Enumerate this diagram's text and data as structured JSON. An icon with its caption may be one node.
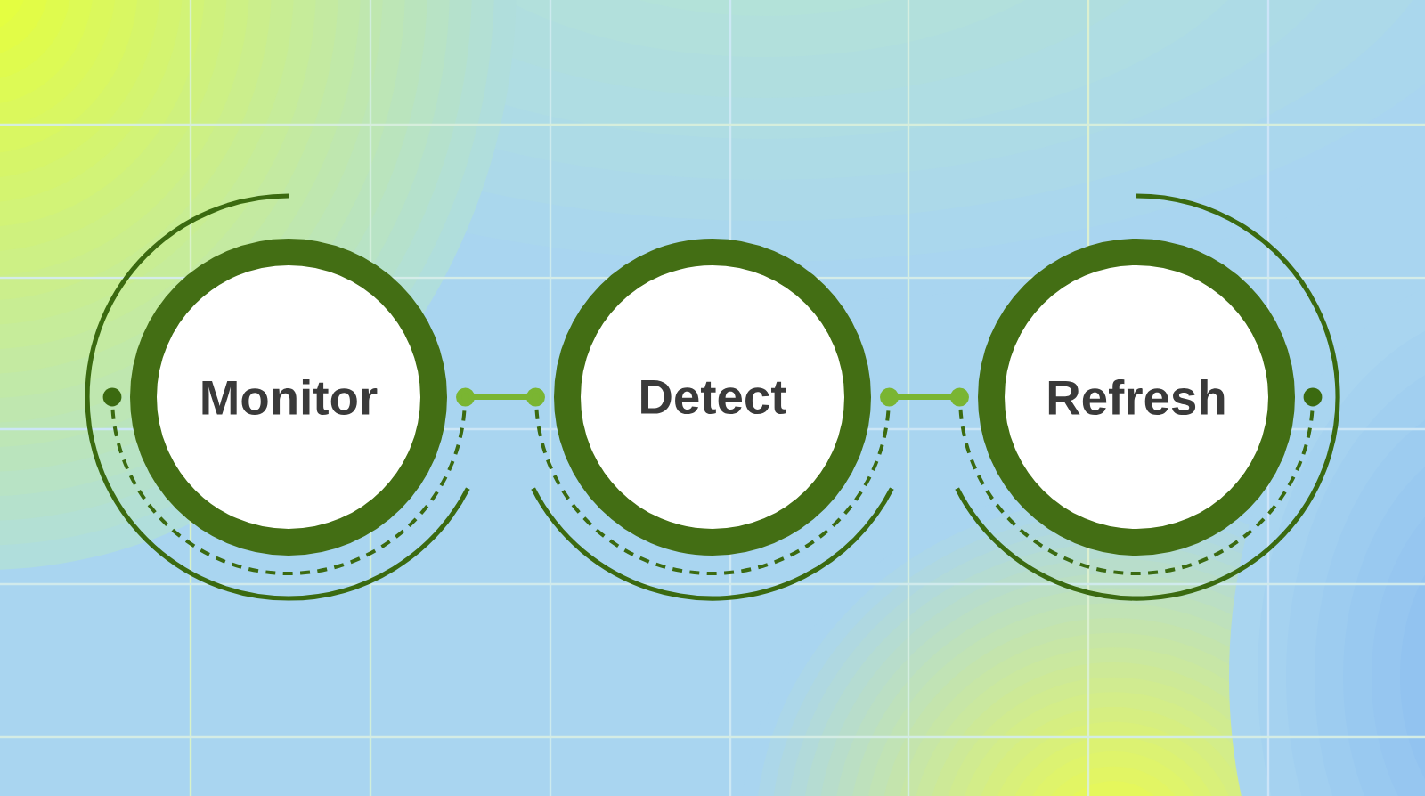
{
  "diagram": {
    "nodes": [
      {
        "text": [
          "Monitor"
        ]
      },
      {
        "text": [
          "Detect"
        ]
      },
      {
        "text": [
          "Refresh"
        ]
      }
    ],
    "edges": [
      {
        "from": 0,
        "to": 1,
        "arrow": "other"
      },
      {
        "from": 1,
        "to": 2,
        "arrow": "other"
      }
    ]
  }
}
